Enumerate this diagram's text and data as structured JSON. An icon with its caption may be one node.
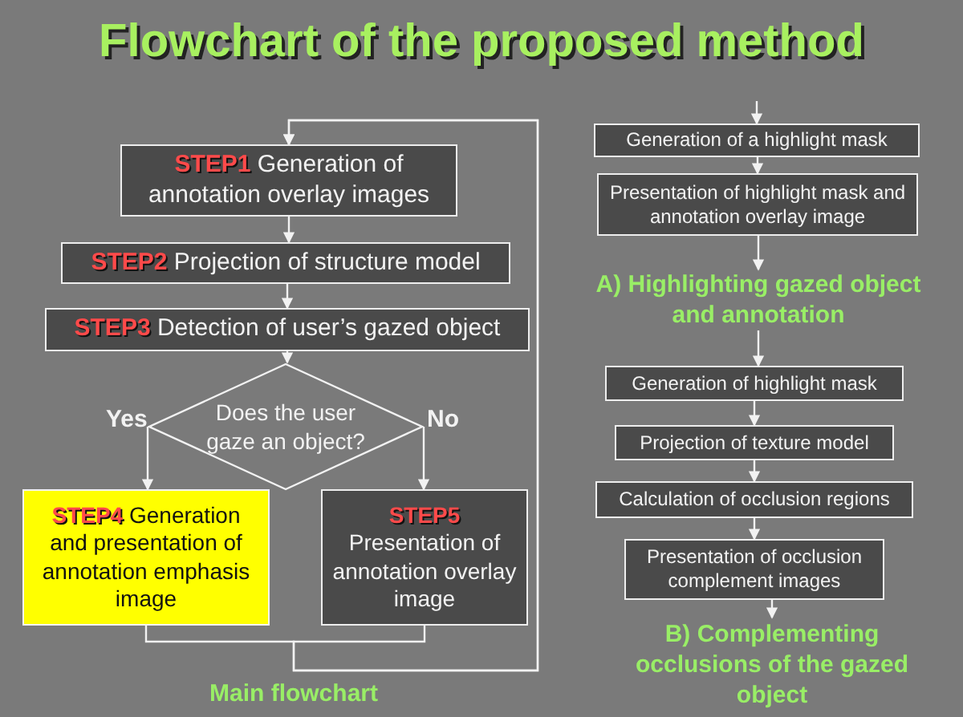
{
  "diagram": {
    "title": "Flowchart of the proposed method",
    "nodes": [
      {
        "text": [
          "**STEP1** Generation of annotation overlay images"
        ]
      },
      {
        "text": [
          "**STEP2** Projection of structure model"
        ]
      },
      {
        "text": [
          "**STEP3** Detection of user’s gazed object"
        ]
      },
      {
        "text": [
          "Does the user gaze an object?"
        ]
      },
      {
        "text": [
          "**STEP4** Generation and presentation of annotation emphasis image"
        ]
      },
      {
        "text": [
          "**STEP5** Presentation of annotation overlay image"
        ]
      },
      {
        "text": [
          "Generation of a highlight mask"
        ]
      },
      {
        "text": [
          "Presentation of highlight mask and annotation overlay image"
        ]
      },
      {
        "text": [
          "A) Highlighting gazed object and annotation"
        ]
      },
      {
        "text": [
          "Generation of highlight mask"
        ]
      },
      {
        "text": [
          "Projection of texture model"
        ]
      },
      {
        "text": [
          "Calculation of occlusion regions"
        ]
      },
      {
        "text": [
          "Presentation of occlusion complement images"
        ]
      },
      {
        "text": [
          "B) Complementing occlusions of the gazed object"
        ]
      }
    ],
    "edges": [
      {
        "from": 0,
        "to": 1,
        "arrow": "to"
      },
      {
        "from": 1,
        "to": 2,
        "arrow": "to"
      },
      {
        "from": 2,
        "to": 3,
        "arrow": "to"
      },
      {
        "from": 3,
        "to": 4,
        "arrow": "to",
        "label": "Yes"
      },
      {
        "from": 3,
        "to": 5,
        "arrow": "to",
        "label": "No"
      },
      {
        "from": 4,
        "to": 0,
        "arrow": "to"
      },
      {
        "from": 5,
        "to": 0,
        "arrow": "to"
      },
      {
        "from": null,
        "to": 6,
        "arrow": "to"
      },
      {
        "from": 6,
        "to": 7,
        "arrow": "to"
      },
      {
        "from": 7,
        "to": 8,
        "arrow": "to"
      },
      {
        "from": 8,
        "to": 9,
        "arrow": "to"
      },
      {
        "from": 9,
        "to": 10,
        "arrow": "to"
      },
      {
        "from": 10,
        "to": 11,
        "arrow": "to"
      },
      {
        "from": 11,
        "to": 12,
        "arrow": "to"
      },
      {
        "from": 12,
        "to": 13,
        "arrow": "to"
      }
    ],
    "labels": [
      "Main flowchart"
    ]
  }
}
